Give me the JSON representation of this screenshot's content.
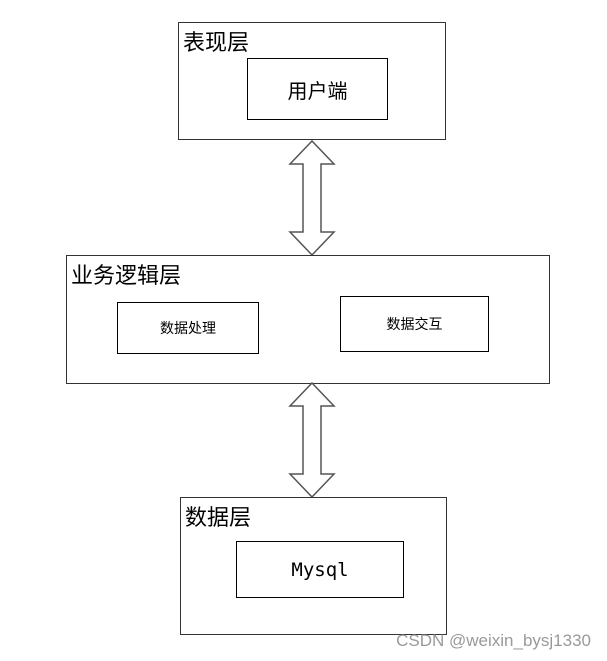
{
  "presentation_layer": {
    "title": "表现层",
    "components": [
      "用户端"
    ]
  },
  "business_layer": {
    "title": "业务逻辑层",
    "components": [
      "数据处理",
      "数据交互"
    ]
  },
  "data_layer": {
    "title": "数据层",
    "components": [
      "Mysql"
    ]
  },
  "connectors": [
    {
      "from": "表现层",
      "to": "业务逻辑层",
      "type": "bidirectional"
    },
    {
      "from": "业务逻辑层",
      "to": "数据层",
      "type": "bidirectional"
    }
  ],
  "watermark": "CSDN @weixin_bysj1330",
  "colors": {
    "border": "#333333",
    "arrow_fill": "#ffffff",
    "watermark": "#9a9a9a"
  }
}
